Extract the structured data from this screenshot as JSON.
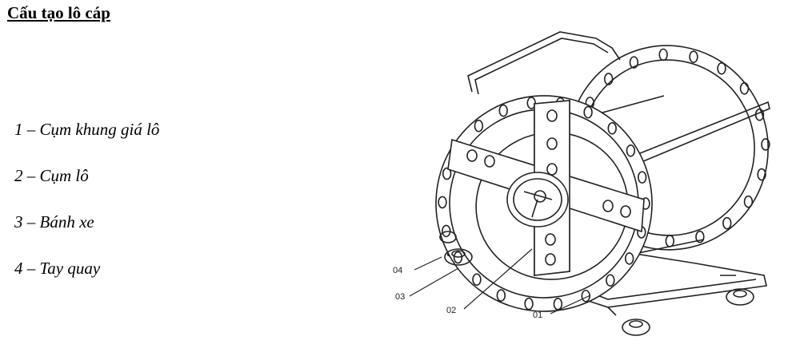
{
  "title": "Cấu tạo lô cáp",
  "items": [
    {
      "label": "1 – Cụm khung giá lô"
    },
    {
      "label": "2 – Cụm lô"
    },
    {
      "label": "3 – Bánh xe"
    },
    {
      "label": "4 – Tay quay"
    }
  ],
  "drawing": {
    "callouts": [
      "04",
      "03",
      "02",
      "01"
    ]
  }
}
